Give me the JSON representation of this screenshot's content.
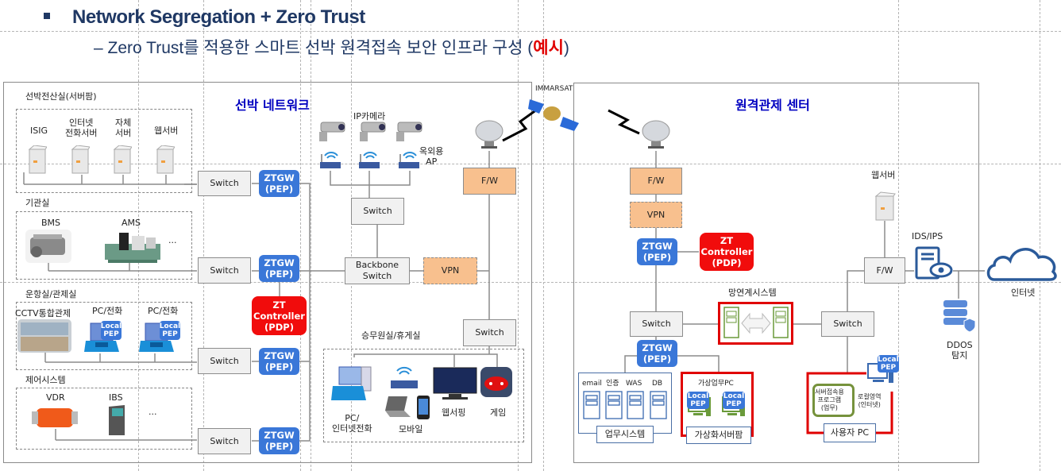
{
  "header": {
    "title": "Network Segregation + Zero Trust",
    "subtitle_prefix": "–  Zero Trust를 적용한 스마트 선박 원격접속 보안 인프라 구성 (",
    "subtitle_highlight": "예시",
    "subtitle_suffix": ")"
  },
  "ship": {
    "title": "선박 네트워크",
    "server_room": {
      "label": "선박전산실(서버팜)",
      "servers": [
        "ISIG",
        "인터넷\n전화서버",
        "자체\n서버",
        "웹서버"
      ]
    },
    "engine_room": {
      "label": "기관실",
      "devices": [
        "BMS",
        "AMS",
        "..."
      ]
    },
    "bridge": {
      "label": "운항실/관제실",
      "devices": [
        "CCTV통합관제",
        "PC/전화",
        "PC/전화"
      ]
    },
    "control_system": {
      "label": "제어시스템",
      "devices": [
        "VDR",
        "IBS",
        "..."
      ]
    },
    "crew_room": {
      "label": "승무원실/휴게실",
      "devices": [
        "PC/\n인터넷전화",
        "모바일",
        "웹서핑",
        "게임"
      ]
    },
    "ip_camera_label": "IP카메라",
    "outdoor_ap_label": "옥외용\nAP",
    "switch_label": "Switch",
    "backbone_switch_label": "Backbone\nSwitch",
    "ztgw_label": "ZTGW\n(PEP)",
    "zt_controller_label": "ZT\nController\n(PDP)",
    "vpn_label": "VPN",
    "fw_label": "F/W",
    "local_pep_label": "Local\nPEP"
  },
  "satellite": {
    "label": "IMMARSAT"
  },
  "center": {
    "title": "원격관제 센터",
    "fw_label": "F/W",
    "vpn_label": "VPN",
    "ztgw_label": "ZTGW\n(PEP)",
    "zt_controller_label": "ZT\nController\n(PDP)",
    "switch_label": "Switch",
    "link_system_label": "망연계시스템",
    "web_server_label": "웹서버",
    "ids_ips_label": "IDS/IPS",
    "ddos_label": "DDOS\n탐지",
    "internet_label": "인터넷",
    "business_system": {
      "label": "업무시스템",
      "servers": [
        "email",
        "인증",
        "WAS",
        "DB"
      ]
    },
    "virtual_farm": {
      "label": "가상화서버팜",
      "sublabel": "가상업무PC",
      "pep_label": "Local\nPEP"
    },
    "user_pc": {
      "label": "사용자 PC",
      "program_label": "서버접속용\n프로그램\n(업무)",
      "local_area_label": "로컬영역\n(인터넷)",
      "pep_label": "Local\nPEP"
    }
  },
  "colors": {
    "title_navy": "#1f3864",
    "panel_title_blue": "#0000c0",
    "ztgw_blue": "#3a77d8",
    "pdp_red": "#f10c0c",
    "firewall_orange": "#f8c08e",
    "highlight_red": "#e00000",
    "internet_blue": "#2a5a9a"
  }
}
